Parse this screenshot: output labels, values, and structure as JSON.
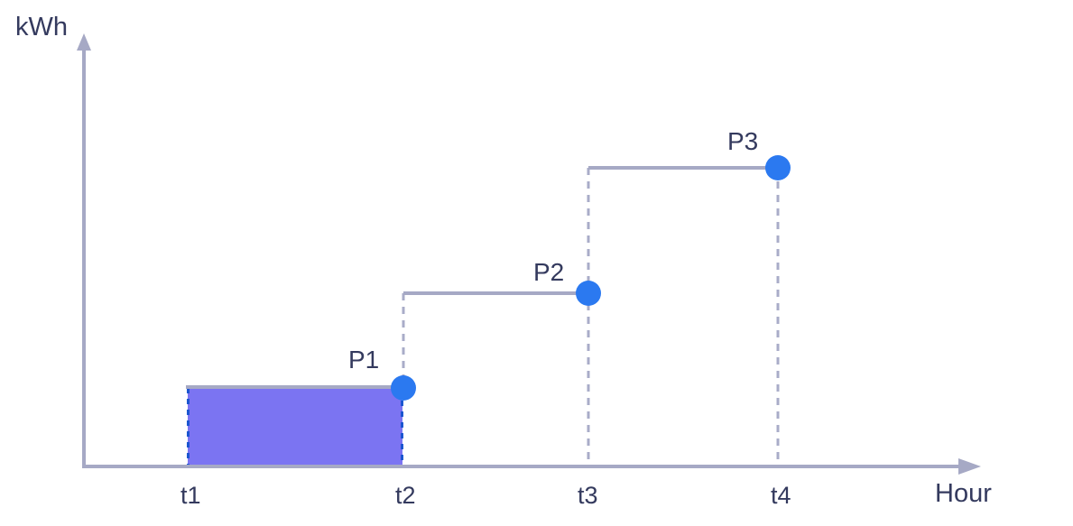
{
  "colors": {
    "background": "#ffffff",
    "axis": "#a6a9c5",
    "step_line": "#a6a9c5",
    "guide_dash": "#a9acc8",
    "point_fill": "#2b79f0",
    "area_fill": "#7b74f2",
    "area_edge_dash": "#1c56d0",
    "label_text": "#343a5e"
  },
  "chart_data": {
    "type": "line",
    "subtype": "step-after",
    "title": "",
    "xlabel": "Hour",
    "ylabel": "kWh",
    "x_tick_labels": [
      "t1",
      "t2",
      "t3",
      "t4"
    ],
    "y_tick_labels": [],
    "y_axis_unlabeled": true,
    "points": [
      {
        "label": "P1",
        "at_tick": "t2",
        "y_relative": 1.0
      },
      {
        "label": "P2",
        "at_tick": "t3",
        "y_relative": 2.2
      },
      {
        "label": "P3",
        "at_tick": "t4",
        "y_relative": 3.9
      }
    ],
    "segments": [
      {
        "from": "t1",
        "to": "t2",
        "level_point": "P1",
        "shaded_area": true
      },
      {
        "from": "t2",
        "to": "t3",
        "level_point": "P2",
        "shaded_area": false
      },
      {
        "from": "t3",
        "to": "t4",
        "level_point": "P3",
        "shaded_area": false
      }
    ],
    "legend": null,
    "grid": false
  }
}
